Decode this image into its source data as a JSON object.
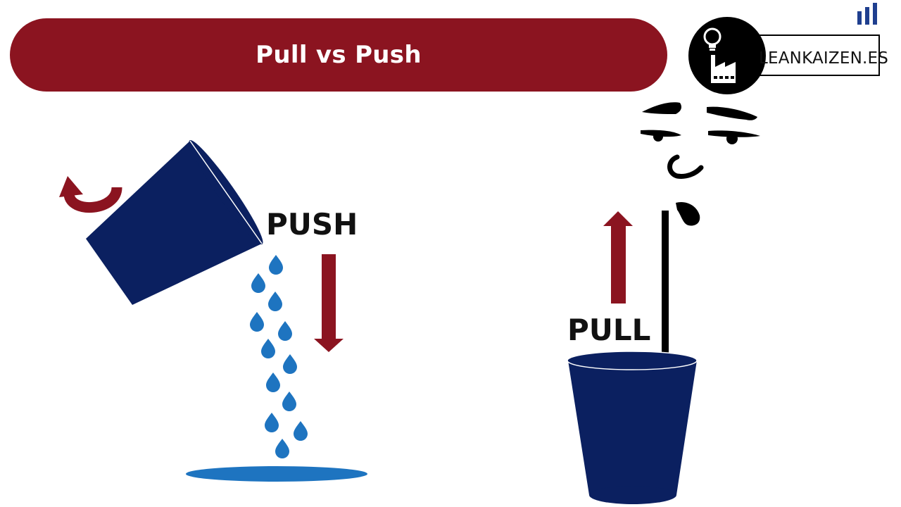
{
  "header": {
    "title": "Pull vs Push"
  },
  "push": {
    "label": "PUSH"
  },
  "pull": {
    "label": "PULL"
  },
  "logo": {
    "text": "LEANKAIZEN.ES"
  },
  "colors": {
    "title_bar": "#8b1420",
    "arrow": "#8b1420",
    "bucket": "#0b2060",
    "water": "#1e74c0",
    "text": "#111111"
  },
  "icons": [
    "rotate-arrow-icon",
    "water-drop-icon",
    "down-arrow-icon",
    "up-arrow-icon",
    "lightbulb-icon",
    "factory-icon",
    "bar-chart-icon"
  ]
}
